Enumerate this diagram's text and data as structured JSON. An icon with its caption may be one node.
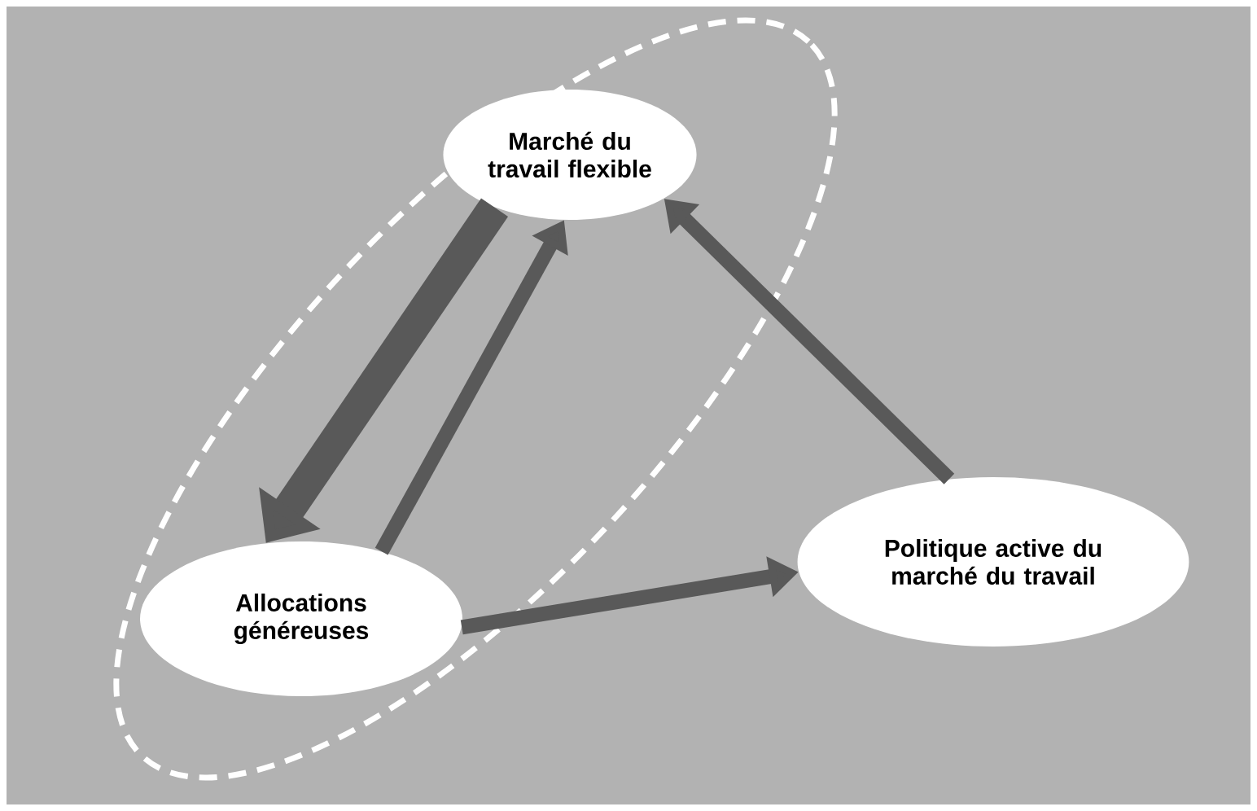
{
  "diagram": {
    "nodes": [
      {
        "text": [],
        "shape": "ellipse"
      },
      {
        "text": [
          "Marché du travail flexible"
        ],
        "in": 0
      },
      {
        "text": [
          "Allocations généreuses"
        ],
        "in": 0
      },
      {
        "text": [
          "Politique active du marché du travail"
        ]
      }
    ],
    "edges": [
      {
        "from": 1,
        "to": 2,
        "arrow": "to",
        "style": "thick"
      },
      {
        "from": 2,
        "to": 1,
        "arrow": "to"
      },
      {
        "from": 2,
        "to": 3,
        "arrow": "to"
      },
      {
        "from": 3,
        "to": 1,
        "arrow": "to"
      }
    ]
  }
}
